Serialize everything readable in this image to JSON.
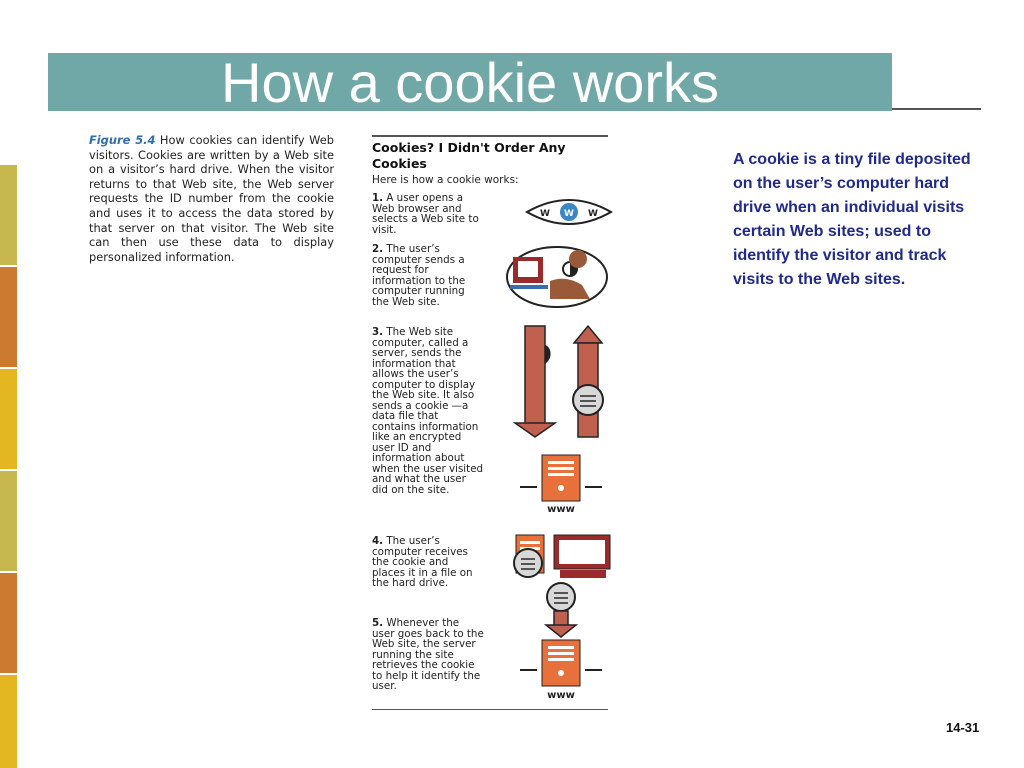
{
  "slide": {
    "title": "How a cookie works",
    "page_number": "14-31",
    "note": "A cookie is a tiny file deposited on the user’s computer hard drive when an individual visits certain Web sites; used to identify the visitor and track visits to the Web sites."
  },
  "figure": {
    "label": "Figure 5.4",
    "caption": " How cookies can identify Web visitors. Cookies are written by a Web site on a visitor’s hard drive. When the visitor returns to that Web site, the Web server requests the ID number from the cookie and uses it to access the data stored by that server on that visitor. The Web site can then use these data to display personalized information."
  },
  "infographic": {
    "title": "Cookies? I Didn't Order Any Cookies",
    "subtitle": "Here is how a cookie works:",
    "steps": [
      {
        "num": "1.",
        "text": " A user opens a Web browser and selects a Web site to visit."
      },
      {
        "num": "2.",
        "text": " The user’s computer sends a request for information to the computer running the Web site."
      },
      {
        "num": "3.",
        "text": " The Web site computer, called a server, sends the information that allows the user’s computer to display the Web site. It also sends a cookie —a data file that contains information like an encrypted user ID and information about when the user visited and what the user did on the site."
      },
      {
        "num": "4.",
        "text": " The user’s computer receives the cookie and places it in a file on the hard drive."
      },
      {
        "num": "5.",
        "text": " Whenever the user goes back to the Web site, the server running the site retrieves the cookie to help it identify the user."
      }
    ],
    "www_label_1": "www",
    "www_label_2": "www",
    "browser_letters": "W W W",
    "question_mark": "?"
  },
  "colors": {
    "title_bar": "#6fa8a6",
    "note_text": "#1f2a8c",
    "server": "#e8703a",
    "arrow": "#c0604f",
    "strip": [
      "#c6b84e",
      "#cc7a2f",
      "#e3b722",
      "#c6b84e",
      "#cc7a2f",
      "#e3b722"
    ]
  },
  "icons": [
    "browser-www-icon",
    "user-at-computer-icon",
    "down-arrow-icon",
    "up-arrow-icon",
    "cookie-icon",
    "server-icon",
    "monitor-icon",
    "question-mark-icon"
  ]
}
